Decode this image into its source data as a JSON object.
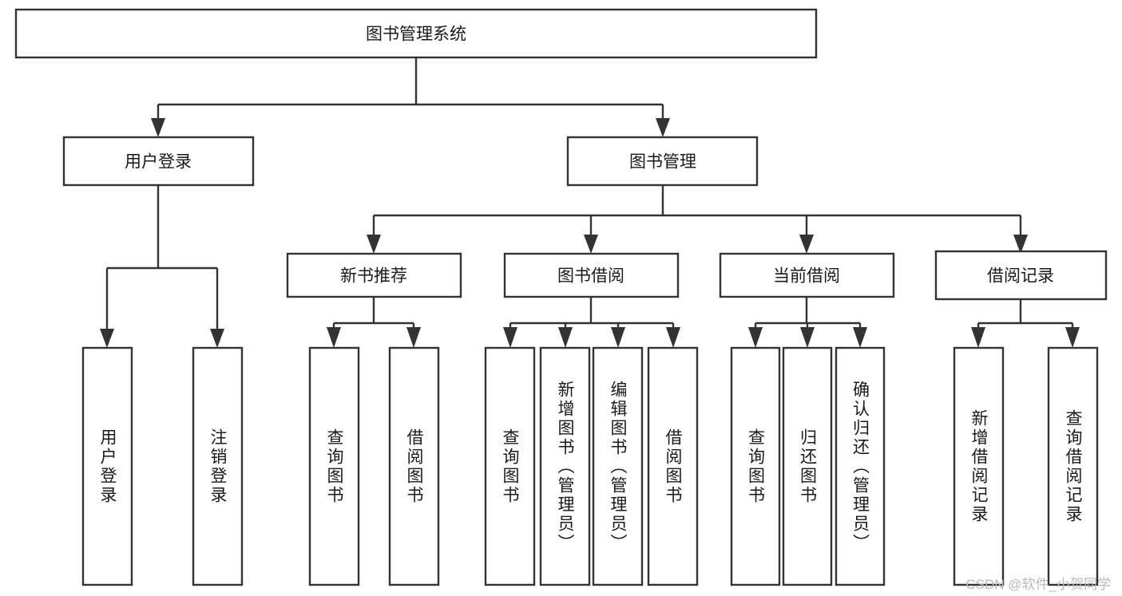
{
  "diagram": {
    "title": "图书管理系统",
    "type": "tree-hierarchy",
    "watermark": "CSDN @软件_小贺同学",
    "colors": {
      "stroke": "#333333",
      "fill": "#ffffff",
      "text": "#1a1a1a",
      "watermark": "#b9b9b9"
    },
    "levels": {
      "root": {
        "label": "图书管理系统"
      },
      "level1": [
        {
          "label": "用户登录"
        },
        {
          "label": "图书管理"
        }
      ],
      "level2": [
        {
          "label": "新书推荐"
        },
        {
          "label": "图书借阅"
        },
        {
          "label": "当前借阅"
        },
        {
          "label": "借阅记录"
        }
      ],
      "leaves": [
        {
          "label": "用户登录"
        },
        {
          "label": "注销登录"
        },
        {
          "label": "查询图书"
        },
        {
          "label": "借阅图书"
        },
        {
          "label": "查询图书"
        },
        {
          "label": "新增图书（管理员）"
        },
        {
          "label": "编辑图书（管理员）"
        },
        {
          "label": "借阅图书"
        },
        {
          "label": "查询图书"
        },
        {
          "label": "归还图书"
        },
        {
          "label": "确认归还（管理员）"
        },
        {
          "label": "新增借阅记录"
        },
        {
          "label": "查询借阅记录"
        }
      ]
    }
  }
}
